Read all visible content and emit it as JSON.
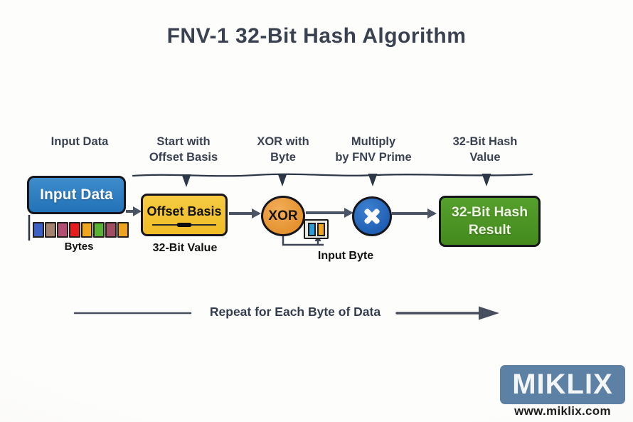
{
  "title": "FNV-1 32-Bit Hash Algorithm",
  "step_labels": [
    {
      "lines": [
        "Input Data"
      ]
    },
    {
      "lines": [
        "Start with",
        "Offset Basis"
      ]
    },
    {
      "lines": [
        "XOR with",
        "Byte"
      ]
    },
    {
      "lines": [
        "Multiply",
        "by FNV Prime"
      ]
    },
    {
      "lines": [
        "32-Bit Hash",
        "Value"
      ]
    }
  ],
  "flow": {
    "input_box": {
      "label": "Input Data"
    },
    "bytes": {
      "caption": "Bytes",
      "colors": [
        "#3c60c6",
        "#a3836f",
        "#b14e72",
        "#e81c1c",
        "#f0a71f",
        "#5ab232",
        "#a04e62",
        "#eda31d"
      ]
    },
    "offset_box": {
      "label": "Offset Basis",
      "caption": "32-Bit Value"
    },
    "xor_node": {
      "label": "XOR"
    },
    "input_byte": {
      "caption": "Input Byte",
      "colors": [
        "#2e9bd9",
        "#f0a520"
      ]
    },
    "multiply_node": {
      "symbol": "✕"
    },
    "result_box": {
      "lines": [
        "32-Bit Hash",
        "Result"
      ]
    }
  },
  "repeat_caption": "Repeat for Each Byte of Data",
  "branding": {
    "logo_text": "MIKLIX",
    "url": "www.miklix.com"
  },
  "colors": {
    "ink": "#3a4251",
    "arrow": "#4b5464",
    "timeline": "#2c3748",
    "input_box_fill": "#2a7cc2",
    "offset_box_fill": "#f3c231",
    "xor_fill": "#e9993d",
    "multiply_fill": "#2166bd",
    "result_fill": "#4f9727",
    "logo_fill": "#5d80a5"
  }
}
